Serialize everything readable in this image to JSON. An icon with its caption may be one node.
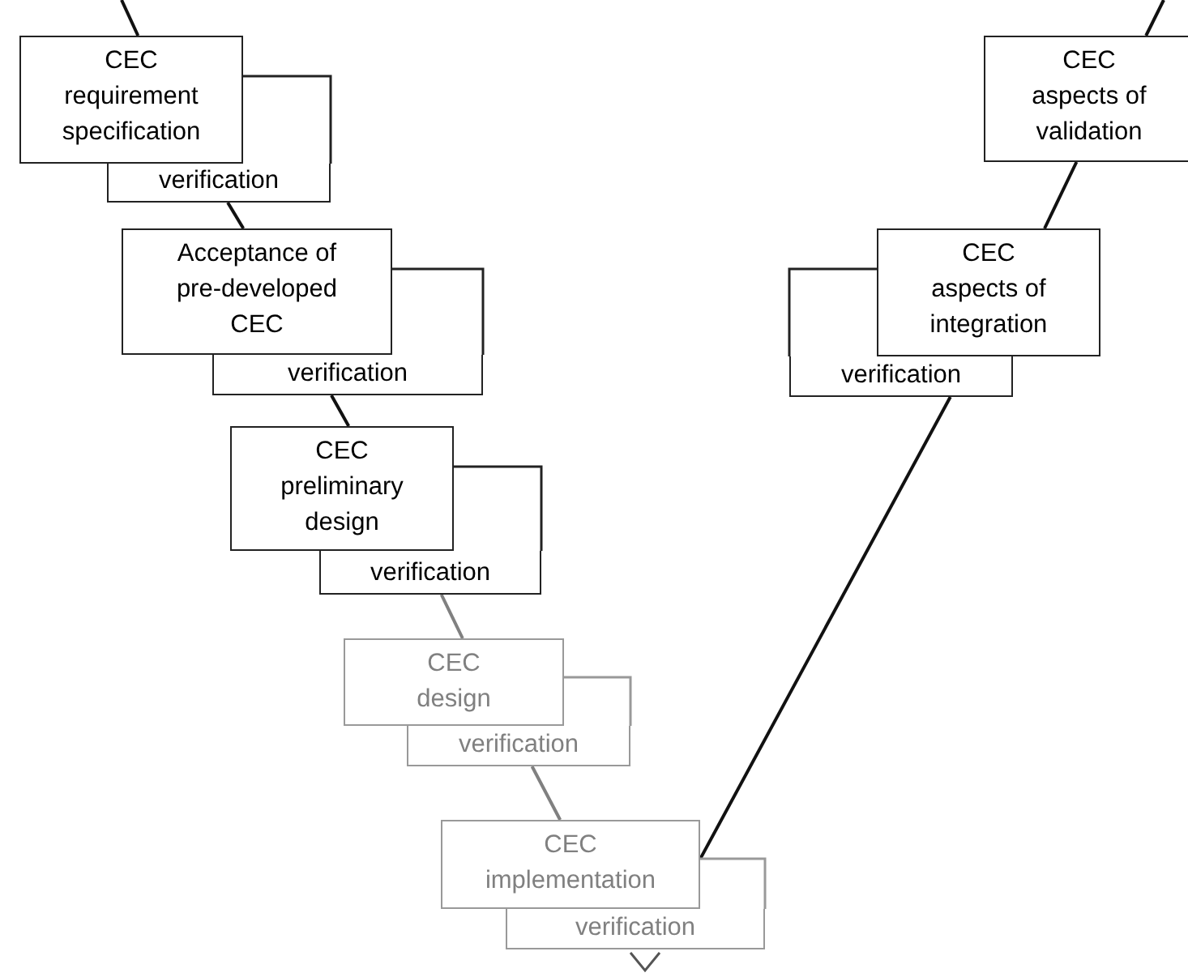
{
  "diagram": {
    "nodes": [
      {
        "text": [
          "CEC requirement specification"
        ]
      },
      {
        "text": [
          "verification"
        ]
      },
      {
        "text": [
          "Acceptance of pre-developed CEC"
        ]
      },
      {
        "text": [
          "verification"
        ]
      },
      {
        "text": [
          "CEC preliminary design"
        ]
      },
      {
        "text": [
          "verification"
        ]
      },
      {
        "text": [
          "CEC design"
        ]
      },
      {
        "text": [
          "verification"
        ]
      },
      {
        "text": [
          "CEC implementation"
        ]
      },
      {
        "text": [
          "verification"
        ]
      },
      {
        "text": [
          "CEC aspects of validation"
        ]
      },
      {
        "text": [
          "CEC aspects of integration"
        ]
      },
      {
        "text": [
          "verification"
        ]
      }
    ],
    "edges": [
      {
        "from": null,
        "to": 0,
        "arrow": "none"
      },
      {
        "from": 1,
        "to": 2,
        "arrow": "none"
      },
      {
        "from": 3,
        "to": 4,
        "arrow": "none"
      },
      {
        "from": 5,
        "to": 6,
        "arrow": "none",
        "color": "#808080"
      },
      {
        "from": 7,
        "to": 8,
        "arrow": "none",
        "color": "#808080"
      },
      {
        "from": 8,
        "to": 12,
        "arrow": "none"
      },
      {
        "from": 11,
        "to": 10,
        "arrow": "none"
      },
      {
        "from": 10,
        "to": null,
        "arrow": "none"
      }
    ]
  }
}
